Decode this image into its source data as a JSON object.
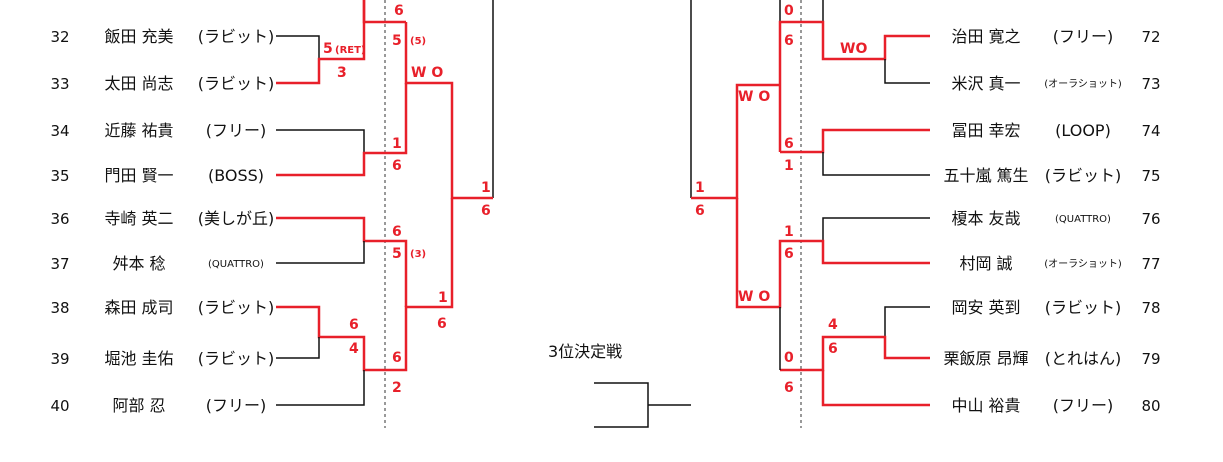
{
  "colors": {
    "win": "#e8202a",
    "line": "#111111",
    "divider": "#333333"
  },
  "left_players": [
    {
      "no": "32",
      "name": "飯田 充美",
      "club": "(ラビット)",
      "club_small": false
    },
    {
      "no": "33",
      "name": "太田 尚志",
      "club": "(ラビット)",
      "club_small": false
    },
    {
      "no": "34",
      "name": "近藤 祐貴",
      "club": "(フリー)",
      "club_small": false
    },
    {
      "no": "35",
      "name": "門田 賢一",
      "club": "(BOSS)",
      "club_small": false
    },
    {
      "no": "36",
      "name": "寺崎 英二",
      "club": "(美しが丘)",
      "club_small": false
    },
    {
      "no": "37",
      "name": "舛本 稔",
      "club": "(QUATTRO)",
      "club_small": true
    },
    {
      "no": "38",
      "name": "森田 成司",
      "club": "(ラビット)",
      "club_small": false
    },
    {
      "no": "39",
      "name": "堀池 圭佑",
      "club": "(ラビット)",
      "club_small": false
    },
    {
      "no": "40",
      "name": "阿部 忍",
      "club": "(フリー)",
      "club_small": false
    }
  ],
  "right_players": [
    {
      "no": "72",
      "name": "治田 寛之",
      "club": "(フリー)",
      "club_small": false
    },
    {
      "no": "73",
      "name": "米沢 真一",
      "club": "(オーラショット)",
      "club_small": true
    },
    {
      "no": "74",
      "name": "冨田 幸宏",
      "club": "(LOOP)",
      "club_small": false
    },
    {
      "no": "75",
      "name": "五十嵐 篤生",
      "club": "(ラビット)",
      "club_small": false
    },
    {
      "no": "76",
      "name": "榎本 友哉",
      "club": "(QUATTRO)",
      "club_small": true
    },
    {
      "no": "77",
      "name": "村岡 誠",
      "club": "(オーラショット)",
      "club_small": true
    },
    {
      "no": "78",
      "name": "岡安 英到",
      "club": "(ラビット)",
      "club_small": false
    },
    {
      "no": "79",
      "name": "栗飯原 昂輝",
      "club": "(とれはん)",
      "club_small": false
    },
    {
      "no": "80",
      "name": "中山 裕貴",
      "club": "(フリー)",
      "club_small": false
    }
  ],
  "scores": {
    "l_top_cut": "6",
    "l_32_33_top": "5",
    "l_32_33_ret": "(RET)",
    "l_32_33_bot": "3",
    "l_r2_top": "5",
    "l_r2_note": "(5)",
    "l_wo": "W O",
    "l_34_35_top": "1",
    "l_34_35_bot": "6",
    "l_r4_top": "1",
    "l_r4_bot": "6",
    "l_36_37_top": "6",
    "l_36_37_bot": "5",
    "l_36_37_note": "(3)",
    "l_r3b_top": "1",
    "l_r3b_bot": "6",
    "l_38_39_top": "6",
    "l_38_39_bot": "4",
    "l_r2b_top": "6",
    "l_r2b_bot": "2",
    "r_top_cut": "0",
    "r_r2_top": "6",
    "r_wo1": "WO",
    "r_wo2": "W O",
    "r_74_75_top": "6",
    "r_74_75_bot": "1",
    "r_r4_top": "1",
    "r_r4_bot": "6",
    "r_76_77_top": "1",
    "r_76_77_bot": "6",
    "r_wo3": "W O",
    "r_78_79_top": "4",
    "r_78_79_bot": "6",
    "r_r2b_top": "0",
    "r_r2b_bot": "6"
  },
  "third_place_label": "3位決定戦"
}
